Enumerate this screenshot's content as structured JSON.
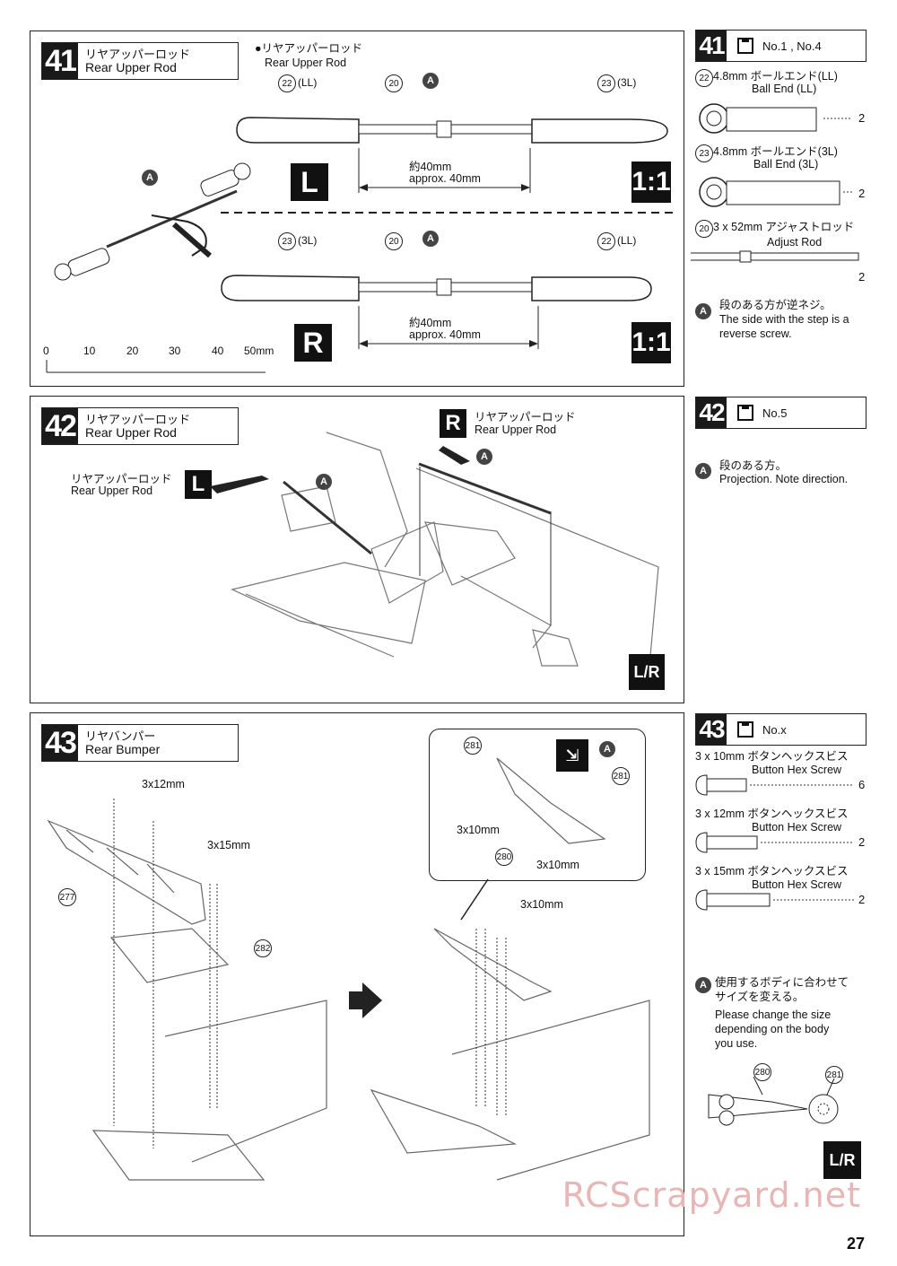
{
  "page_number": "27",
  "watermark": "RCScrapyard.net",
  "steps": {
    "s41": {
      "num": "41",
      "title_jp": "リヤアッパーロッド",
      "title_en": "Rear Upper Rod",
      "callout_jp": "●リヤアッパーロッド",
      "callout_en": "Rear Upper Rod",
      "rod_L": {
        "left_part": "(LL)",
        "left_num": "22",
        "center_num": "20",
        "right_num": "23",
        "right_part": "(3L)",
        "letter": "L",
        "scale": "1:1",
        "len_jp": "約40mm",
        "len_en": "approx. 40mm"
      },
      "rod_R": {
        "left_part": "(3L)",
        "left_num": "23",
        "center_num": "20",
        "right_num": "22",
        "right_part": "(LL)",
        "letter": "R",
        "scale": "1:1",
        "len_jp": "約40mm",
        "len_en": "approx. 40mm"
      },
      "ruler_labels": [
        "0",
        "10",
        "20",
        "30",
        "40",
        "50mm"
      ],
      "marker_A": "A"
    },
    "s42": {
      "num": "42",
      "title_jp": "リヤアッパーロッド",
      "title_en": "Rear Upper Rod",
      "labelL_jp": "リヤアッパーロッド",
      "labelL_en": "Rear Upper Rod",
      "labelR_jp": "リヤアッパーロッド",
      "labelR_en": "Rear Upper Rod",
      "L": "L",
      "R": "R",
      "LR": "L/R"
    },
    "s43": {
      "num": "43",
      "title_jp": "リヤバンパー",
      "title_en": "Rear Bumper",
      "screw_3x12": "3x12mm",
      "screw_3x15": "3x15mm",
      "screw_3x10_a": "3x10mm",
      "screw_3x10_b": "3x10mm",
      "screw_3x10_c": "3x10mm",
      "p277": "277",
      "p282": "282",
      "p281a": "281",
      "p281b": "281",
      "p280": "280"
    }
  },
  "sidebar": {
    "b41": {
      "num": "41",
      "bag": "No.1 , No.4",
      "items": [
        {
          "num": "22",
          "jp": "4.8mm ボールエンド(LL)",
          "en": "Ball End (LL)",
          "qty": "2"
        },
        {
          "num": "23",
          "jp": "4.8mm ボールエンド(3L)",
          "en": "Ball End (3L)",
          "qty": "2"
        },
        {
          "num": "20",
          "jp": "3 x 52mm アジャストロッド",
          "en": "Adjust Rod",
          "qty": "2"
        }
      ],
      "note_jp": "段のある方が逆ネジ。",
      "note_en1": "The side with the step is a",
      "note_en2": "reverse screw."
    },
    "b42": {
      "num": "42",
      "bag": "No.5",
      "note_jp": "段のある方。",
      "note_en": "Projection. Note direction."
    },
    "b43": {
      "num": "43",
      "bag": "No.x",
      "items": [
        {
          "jp": "3 x 10mm ボタンヘックスビス",
          "en": "Button Hex Screw",
          "qty": "6"
        },
        {
          "jp": "3 x 12mm ボタンヘックスビス",
          "en": "Button Hex Screw",
          "qty": "2"
        },
        {
          "jp": "3 x 15mm ボタンヘックスビス",
          "en": "Button Hex Screw",
          "qty": "2"
        }
      ],
      "note_jp1": "使用するボディに合わせて",
      "note_jp2": "サイズを変える。",
      "note_en1": "Please change the size",
      "note_en2": "depending on the body",
      "note_en3": "you use.",
      "p280": "280",
      "p281": "281",
      "LR": "L/R"
    }
  }
}
